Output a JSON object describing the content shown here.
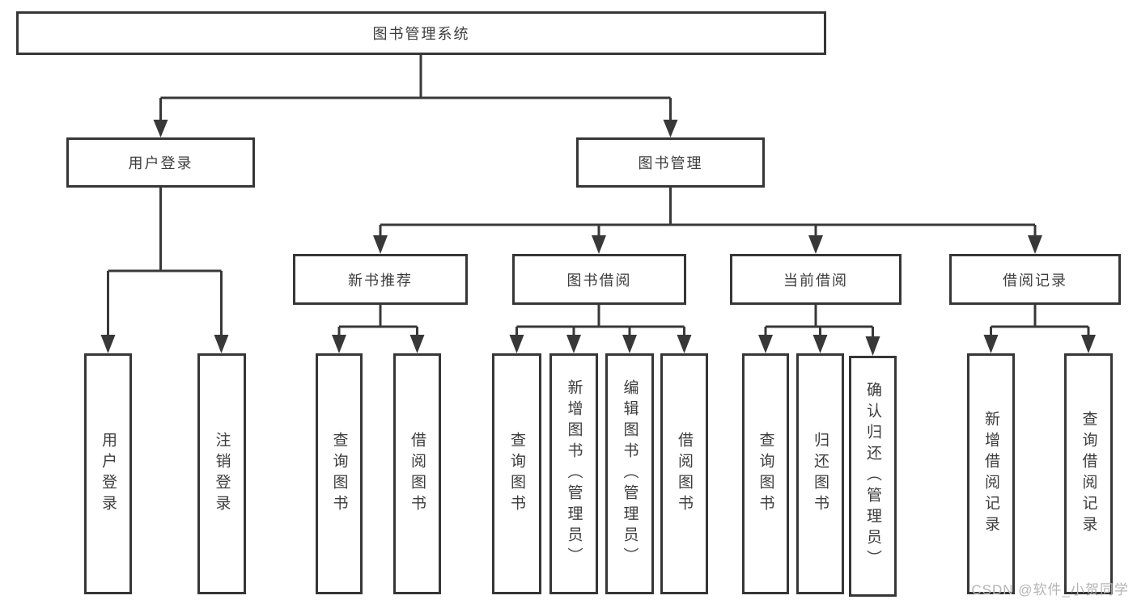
{
  "watermark": "CSDN @软件_小贺同学",
  "colors": {
    "line": "#383838",
    "border": "#363636",
    "text": "#3d3d3d",
    "watermark": "#b5b5b5",
    "background": "#ffffff"
  },
  "chart_type": "hierarchy-diagram",
  "tree": {
    "label": "图书管理系统",
    "children": [
      {
        "label": "用户登录",
        "children": [
          {
            "label": "用户登录"
          },
          {
            "label": "注销登录"
          }
        ]
      },
      {
        "label": "图书管理",
        "children": [
          {
            "label": "新书推荐",
            "children": [
              {
                "label": "查询图书"
              },
              {
                "label": "借阅图书"
              }
            ]
          },
          {
            "label": "图书借阅",
            "children": [
              {
                "label": "查询图书"
              },
              {
                "label": "新增图书（管理员）"
              },
              {
                "label": "编辑图书（管理员）"
              },
              {
                "label": "借阅图书"
              }
            ]
          },
          {
            "label": "当前借阅",
            "children": [
              {
                "label": "查询图书"
              },
              {
                "label": "归还图书"
              },
              {
                "label": "确认归还（管理员）"
              }
            ]
          },
          {
            "label": "借阅记录",
            "children": [
              {
                "label": "新增借阅记录"
              },
              {
                "label": "查询借阅记录"
              }
            ]
          }
        ]
      }
    ]
  }
}
